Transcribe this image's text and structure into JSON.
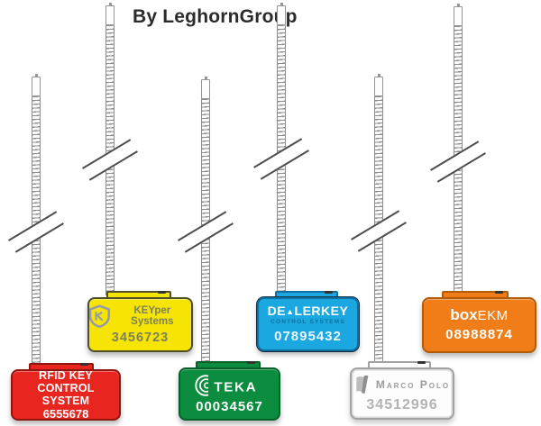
{
  "title": "By LeghornGroup",
  "seals": {
    "keyper": {
      "brand": "KEYper Systems",
      "serial": "3456723",
      "fill": "#f5e404",
      "border": "#4f4f28",
      "text_color": "#7e8157"
    },
    "dealerkey": {
      "brand_pre": "DE",
      "brand_tri": "▲",
      "brand_post": "LERKEY",
      "subtitle": "CONTROL SYSTEMS",
      "serial": "07895432",
      "fill": "#1ba7e0",
      "border": "#0e6fa3",
      "text_color": "#ffffff"
    },
    "boxekm": {
      "brand_prefix": "box",
      "brand_suffix": "EKM",
      "serial": "08988874",
      "fill": "#f07d18",
      "border": "#b05c09",
      "text_color": "#ffffff"
    },
    "rfid": {
      "brand_line1": "RFID KEY",
      "brand_line2": "CONTROL SYSTEM",
      "serial": "6555678",
      "fill": "#e8251e",
      "border": "#8f1511",
      "text_color": "#ffffff"
    },
    "teka": {
      "brand": "TEKA",
      "serial": "00034567",
      "fill": "#0c8c3e",
      "border": "#07602a",
      "text_color": "#ffffff"
    },
    "marcopolo": {
      "brand": "Marco Polo",
      "serial": "34512996",
      "fill": "#fdfdfd",
      "border": "#a3a3a3",
      "text_color": "#9b9b9b"
    }
  }
}
